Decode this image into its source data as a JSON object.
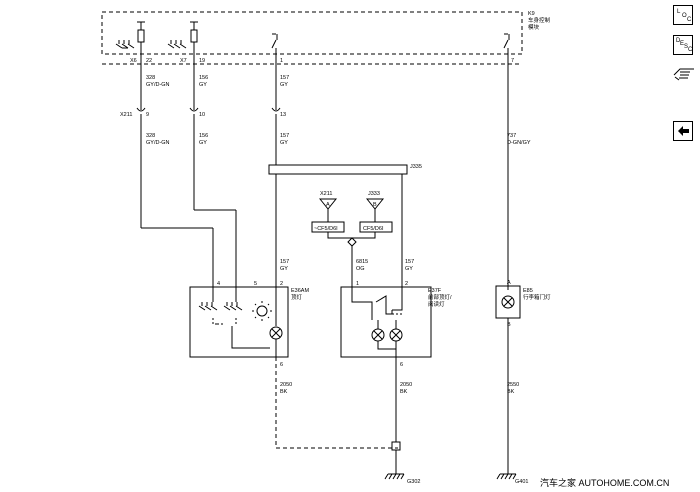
{
  "module": {
    "id": "K9",
    "name_line1": "车身控制",
    "name_line2": "模块"
  },
  "module_pins": [
    {
      "connector": "X6",
      "pin": "22"
    },
    {
      "connector": "X7",
      "pin": "19"
    },
    {
      "connector": "",
      "pin": "1"
    },
    {
      "connector": "",
      "pin": "7"
    }
  ],
  "wires_upper": [
    {
      "circuit": "328",
      "color": "GY/D-GN"
    },
    {
      "circuit": "156",
      "color": "GY"
    },
    {
      "circuit": "157",
      "color": "GY"
    }
  ],
  "inline_connector": {
    "id": "X211",
    "pins": [
      "9",
      "10",
      "13"
    ]
  },
  "wires_mid": [
    {
      "circuit": "328",
      "color": "GY/D-GN"
    },
    {
      "circuit": "156",
      "color": "GY"
    },
    {
      "circuit": "157",
      "color": "GY"
    },
    {
      "circuit": "737",
      "color": "D-GN/GY"
    }
  ],
  "splice": {
    "id": "J335"
  },
  "option_boxes": [
    {
      "ref": "X211",
      "letter": "A",
      "option": "~CF5/D6I"
    },
    {
      "ref": "J333",
      "letter": "B",
      "option": "CF5/D6I"
    }
  ],
  "wires_lower": [
    {
      "circuit": "157",
      "color": "GY"
    },
    {
      "circuit": "6815",
      "color": "OG"
    },
    {
      "circuit": "157",
      "color": "GY"
    }
  ],
  "dome_lamp": {
    "id": "E36AM",
    "name": "顶灯",
    "pins": [
      "4",
      "5",
      "2",
      "6"
    ]
  },
  "reading_lamp": {
    "id": "E37F",
    "name_line1": "前部顶灯/",
    "name_line2": "阅读灯",
    "pins": [
      "1",
      "2",
      "6"
    ]
  },
  "trunk_lamp": {
    "id": "E85",
    "name": "行李箱门灯",
    "pins": [
      "A",
      "B"
    ]
  },
  "ground_wires": [
    {
      "circuit": "2050",
      "color": "BK"
    },
    {
      "circuit": "2050",
      "color": "BK"
    },
    {
      "circuit": "2550",
      "color": "BK"
    }
  ],
  "grounds": [
    "G302",
    "G401"
  ],
  "sidebar": {
    "loc_letters": [
      "L",
      "O",
      "C"
    ],
    "desc_letters": [
      "D",
      "E",
      "S",
      "C"
    ],
    "hand_icon": "pointing-hand-icon",
    "back_icon": "left-arrow-icon"
  },
  "watermark": "汽车之家  AUTOHOME.COM.CN"
}
